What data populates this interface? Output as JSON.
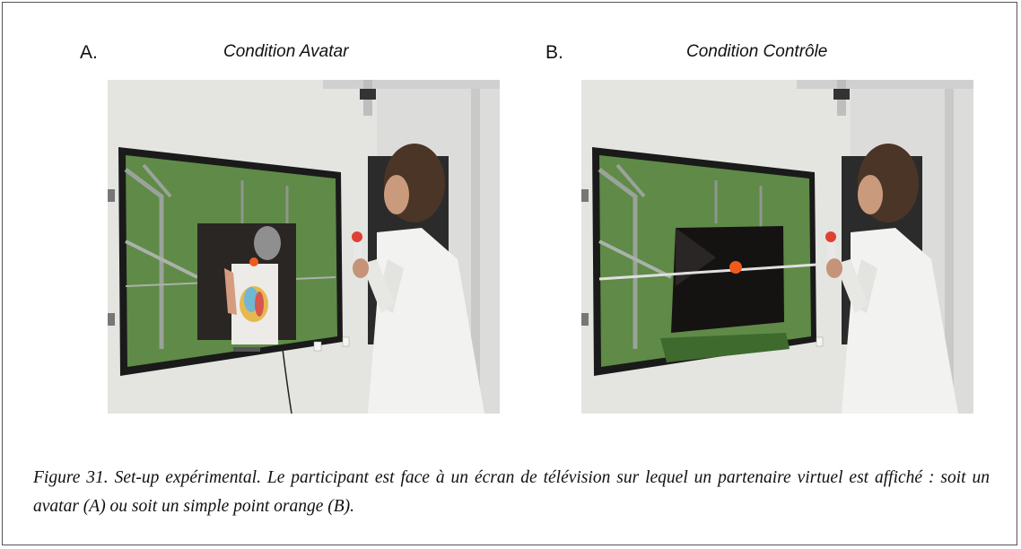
{
  "panels": [
    {
      "letter": "A.",
      "title": "Condition Avatar"
    },
    {
      "letter": "B.",
      "title": "Condition Contrôle"
    }
  ],
  "caption": "Figure 31. Set-up expérimental. Le participant est face à un écran de télévision sur lequel un partenaire virtuel est affiché : soit un avatar (A) ou soit un simple point orange (B).",
  "colors": {
    "orange_point": "#f05a1e",
    "screen_green": "#5f8a47",
    "lab_coat": "#f2f2f0"
  }
}
